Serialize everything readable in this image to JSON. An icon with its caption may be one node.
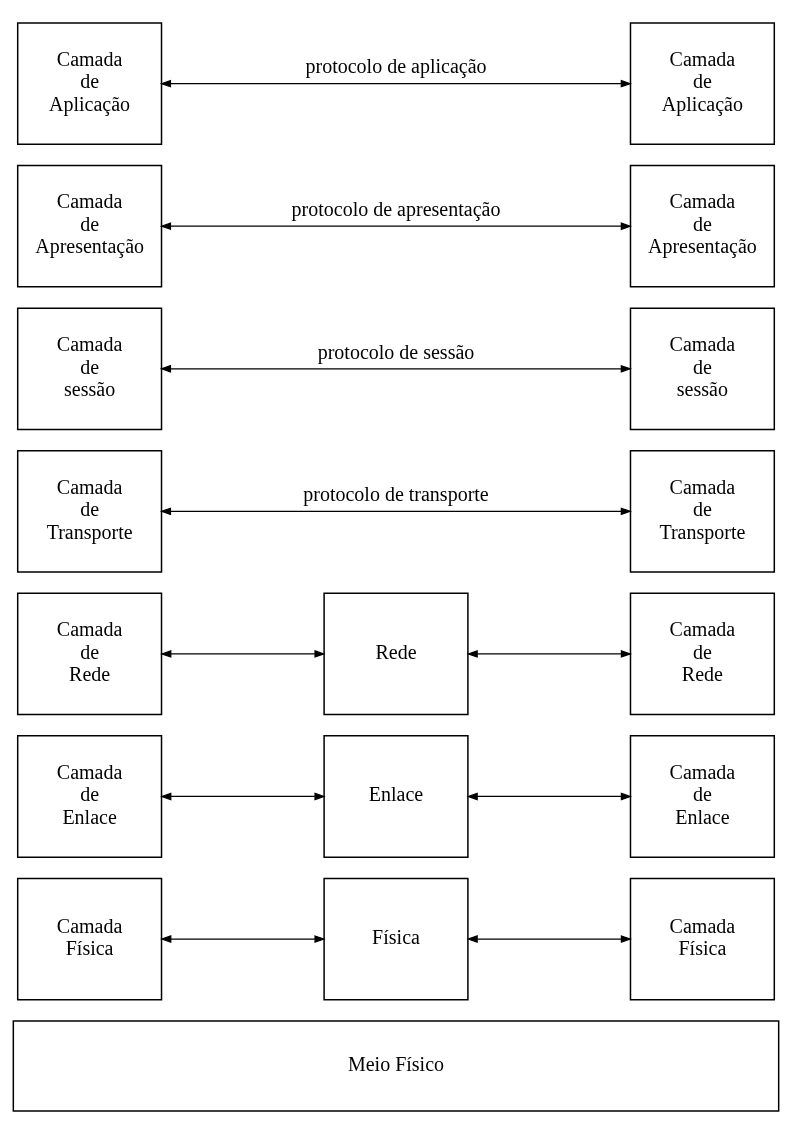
{
  "diagram": {
    "nodes": [
      {
        "text": [
          "Camada de Aplicação"
        ]
      },
      {
        "text": [
          "Camada de Aplicação"
        ]
      },
      {
        "text": [
          "Camada de Apresentação"
        ]
      },
      {
        "text": [
          "Camada de Apresentação"
        ]
      },
      {
        "text": [
          "Camada de sessão"
        ]
      },
      {
        "text": [
          "Camada de sessão"
        ]
      },
      {
        "text": [
          "Camada de Transporte"
        ]
      },
      {
        "text": [
          "Camada de Transporte"
        ]
      },
      {
        "text": [
          "Camada de Rede"
        ]
      },
      {
        "text": [
          "Rede"
        ]
      },
      {
        "text": [
          "Camada de Rede"
        ]
      },
      {
        "text": [
          "Camada de Enlace"
        ]
      },
      {
        "text": [
          "Enlace"
        ]
      },
      {
        "text": [
          "Camada de Enlace"
        ]
      },
      {
        "text": [
          "Camada Física"
        ]
      },
      {
        "text": [
          "Física"
        ]
      },
      {
        "text": [
          "Camada Física"
        ]
      },
      {
        "text": [
          "Meio Físico"
        ]
      }
    ],
    "edges": [
      {
        "from": 0,
        "to": 1,
        "arrow": "both",
        "label": "protocolo de aplicação"
      },
      {
        "from": 2,
        "to": 3,
        "arrow": "both",
        "label": "protocolo de apresentação"
      },
      {
        "from": 4,
        "to": 5,
        "arrow": "both",
        "label": "protocolo de sessão"
      },
      {
        "from": 6,
        "to": 7,
        "arrow": "both",
        "label": "protocolo de transporte"
      },
      {
        "from": 8,
        "to": 9,
        "arrow": "both"
      },
      {
        "from": 9,
        "to": 10,
        "arrow": "both"
      },
      {
        "from": 11,
        "to": 12,
        "arrow": "both"
      },
      {
        "from": 12,
        "to": 13,
        "arrow": "both"
      },
      {
        "from": 14,
        "to": 15,
        "arrow": "both"
      },
      {
        "from": 15,
        "to": 16,
        "arrow": "both"
      }
    ]
  }
}
